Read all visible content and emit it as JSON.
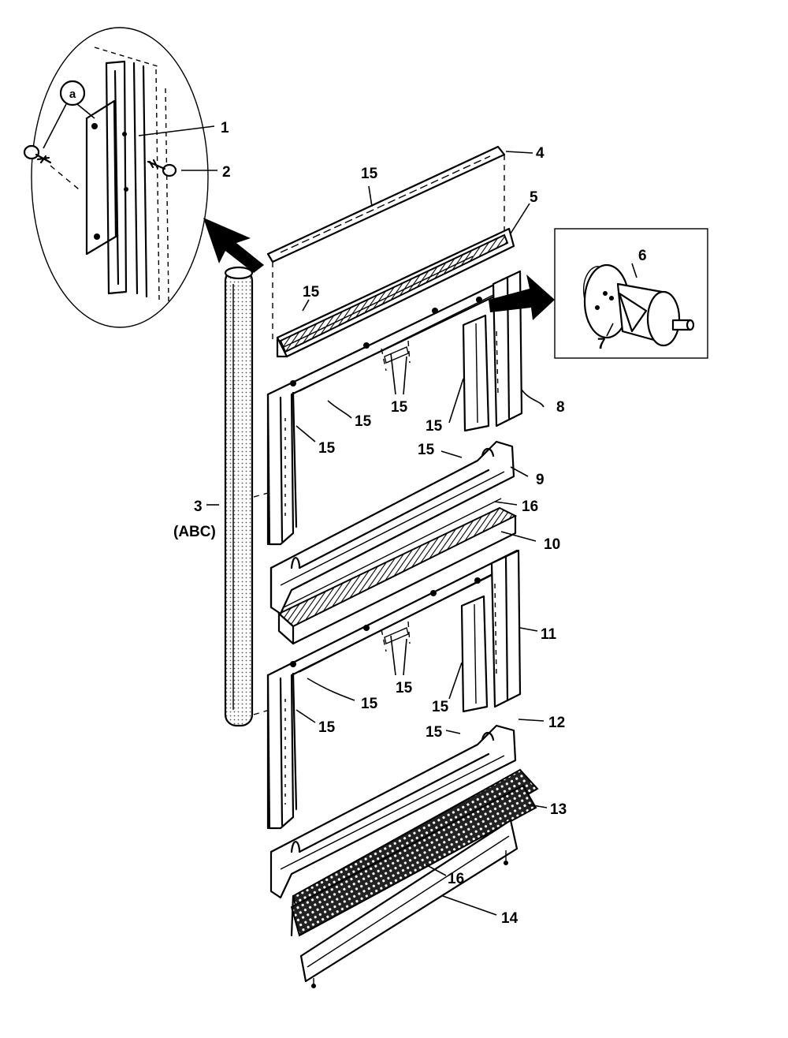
{
  "callouts": {
    "c1": "1",
    "c2": "2",
    "c3": "3",
    "c3_sub": "(ABC)",
    "c4": "4",
    "c5": "5",
    "c6": "6",
    "c7": "7",
    "c8": "8",
    "c9": "9",
    "c10": "10",
    "c11": "11",
    "c12": "12",
    "c13": "13",
    "c14": "14",
    "c15": "15",
    "c16": "16",
    "inset_a": "a"
  },
  "colors": {
    "ink": "#000000",
    "paper": "#ffffff"
  }
}
